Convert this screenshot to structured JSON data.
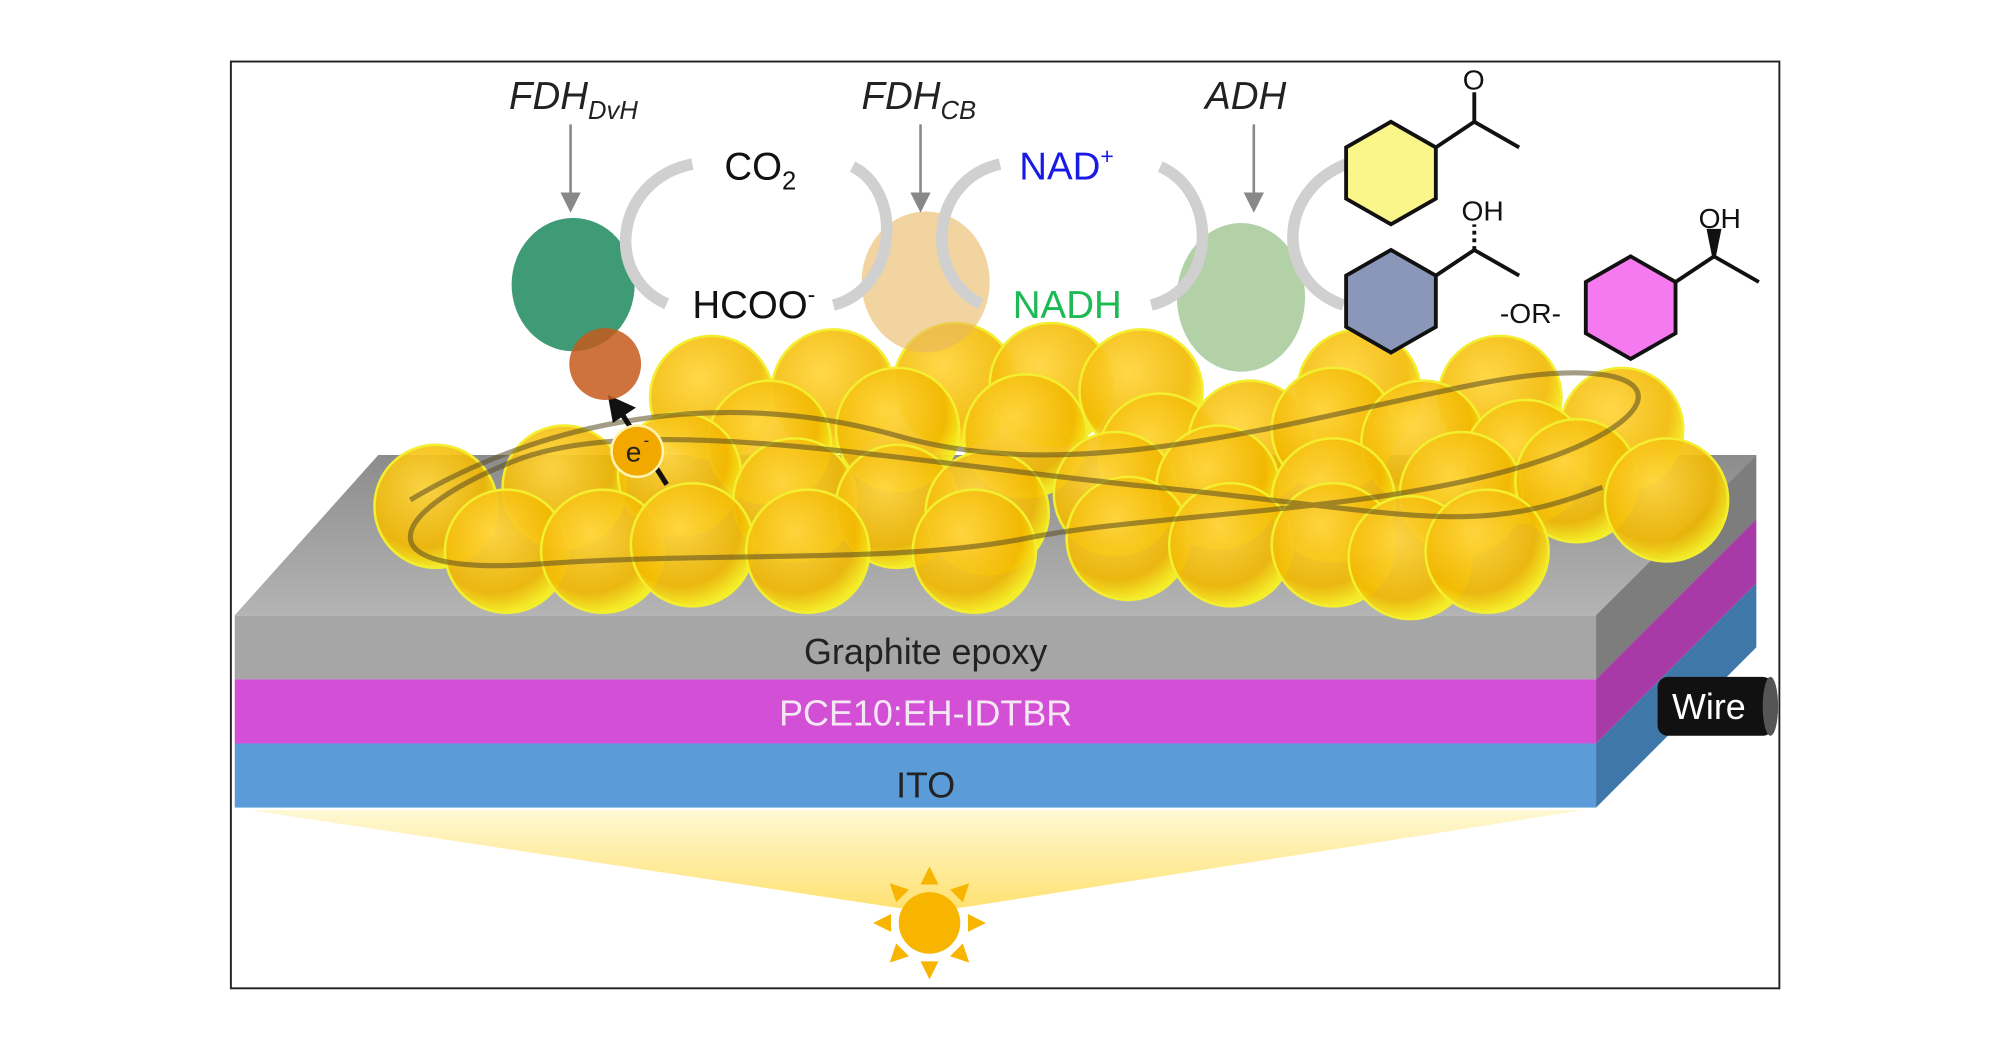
{
  "figure": {
    "enzymes": {
      "fdh_dvh": {
        "main": "FDH",
        "sub": "DvH"
      },
      "fdh_cb": {
        "main": "FDH",
        "sub": "CB"
      },
      "adh": {
        "main": "ADH"
      }
    },
    "species": {
      "co2_main": "CO",
      "co2_sub": "2",
      "formate_main": "HCOO",
      "formate_sup": "-",
      "nad_main": "NAD",
      "nad_sup": "+",
      "nadh": "NADH",
      "electron_main": "e",
      "electron_sup": "-"
    },
    "molecules": {
      "ketone_o": "O",
      "alcohol_oh_1": "OH",
      "alcohol_oh_2": "OH",
      "or_label": "-OR-"
    },
    "layers": {
      "graphite": "Graphite epoxy",
      "photoactive": "PCE10:EH-IDTBR",
      "ito": "ITO",
      "wire": "Wire"
    },
    "colors": {
      "nad": "#1a1ae6",
      "nadh": "#1db954",
      "graphite": "#a8a8a8",
      "photoactive": "#d34fd6",
      "ito": "#5a9bd8",
      "sphere": "#f5c400",
      "benzene_yellow": "#fbf68a",
      "benzene_blue": "#8a97b8",
      "benzene_pink": "#f57af0"
    }
  }
}
